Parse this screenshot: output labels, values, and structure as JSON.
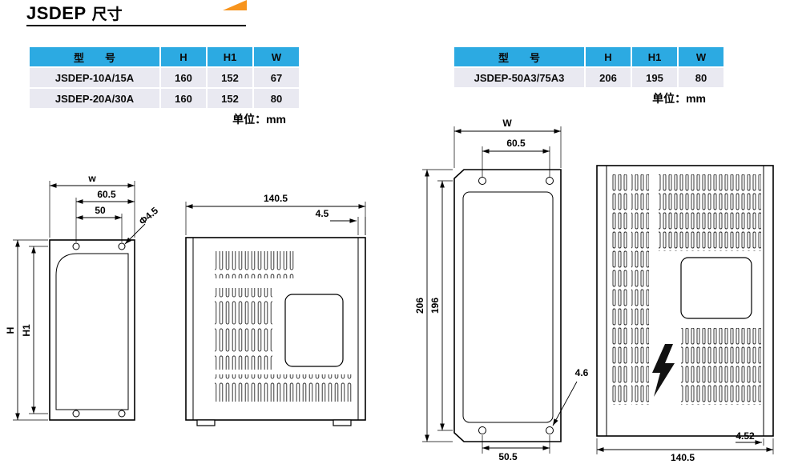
{
  "title": {
    "main": "JSDEP",
    "suffix": "尺寸"
  },
  "tables": {
    "left": {
      "headers": {
        "model": "型　　号",
        "h": "H",
        "h1": "H1",
        "w": "W"
      },
      "rows": [
        {
          "model": "JSDEP-10A/15A",
          "h": "160",
          "h1": "152",
          "w": "67"
        },
        {
          "model": "JSDEP-20A/30A",
          "h": "160",
          "h1": "152",
          "w": "80"
        }
      ],
      "unit": "单位：mm"
    },
    "right": {
      "headers": {
        "model": "型　　号",
        "h": "H",
        "h1": "H1",
        "w": "W"
      },
      "rows": [
        {
          "model": "JSDEP-50A3/75A3",
          "h": "206",
          "h1": "195",
          "w": "80"
        }
      ],
      "unit": "单位：mm"
    }
  },
  "drawings": {
    "front_small": {
      "w": "w",
      "d605": "60.5",
      "d50": "50",
      "hole": "Φ4.5",
      "h": "H",
      "h1": "H1"
    },
    "side_small": {
      "depth": "140.5",
      "thickness": "4.5"
    },
    "front_large": {
      "w": "W",
      "d605": "60.5",
      "d206": "206",
      "d196": "196",
      "d46": "4.6",
      "d505": "50.5"
    },
    "side_large": {
      "depth": "140.5",
      "thickness": "4.52"
    }
  },
  "colors": {
    "header_bg": "#2caae2",
    "row_bg": "#e9e9f1",
    "accent_orange": "#f7941d"
  }
}
